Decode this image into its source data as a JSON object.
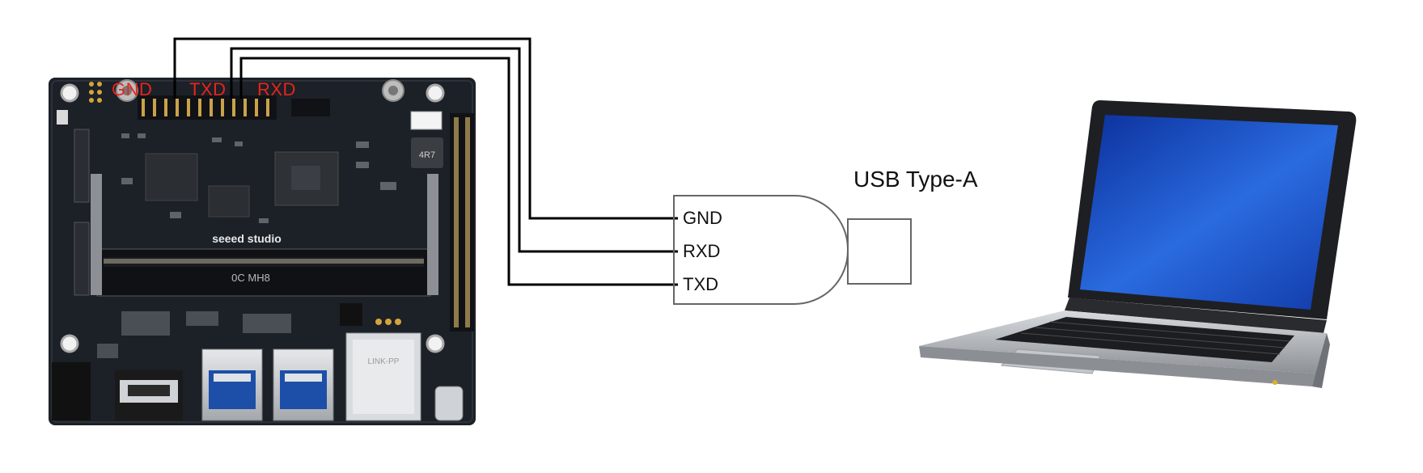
{
  "board": {
    "pin_labels": [
      "GND",
      "TXD",
      "RXD"
    ],
    "silkscreen_brand": "seeed studio",
    "silkscreen_module": "0C MH8",
    "inductor_marking": "4R7",
    "ethernet_brand": "LINK-PP"
  },
  "adapter": {
    "title": "USB Type-A",
    "pins": [
      "GND",
      "RXD",
      "TXD"
    ]
  },
  "colors": {
    "pin_label": "#e8241c",
    "wire": "#000000",
    "pcb": "#1c2027",
    "adapter_outline": "#666666",
    "laptop_screen": "#1f56c8"
  },
  "icons": {
    "board": "carrier-board-image",
    "laptop": "laptop-image"
  }
}
